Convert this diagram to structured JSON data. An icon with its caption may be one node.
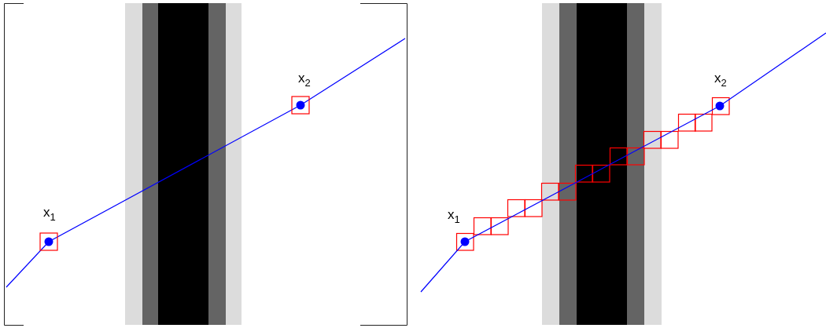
{
  "diagram": {
    "labels": [
      "x$_{1}$",
      "x$_{2}$",
      "x$_{1}$",
      "x$_{2}$"
    ]
  }
}
